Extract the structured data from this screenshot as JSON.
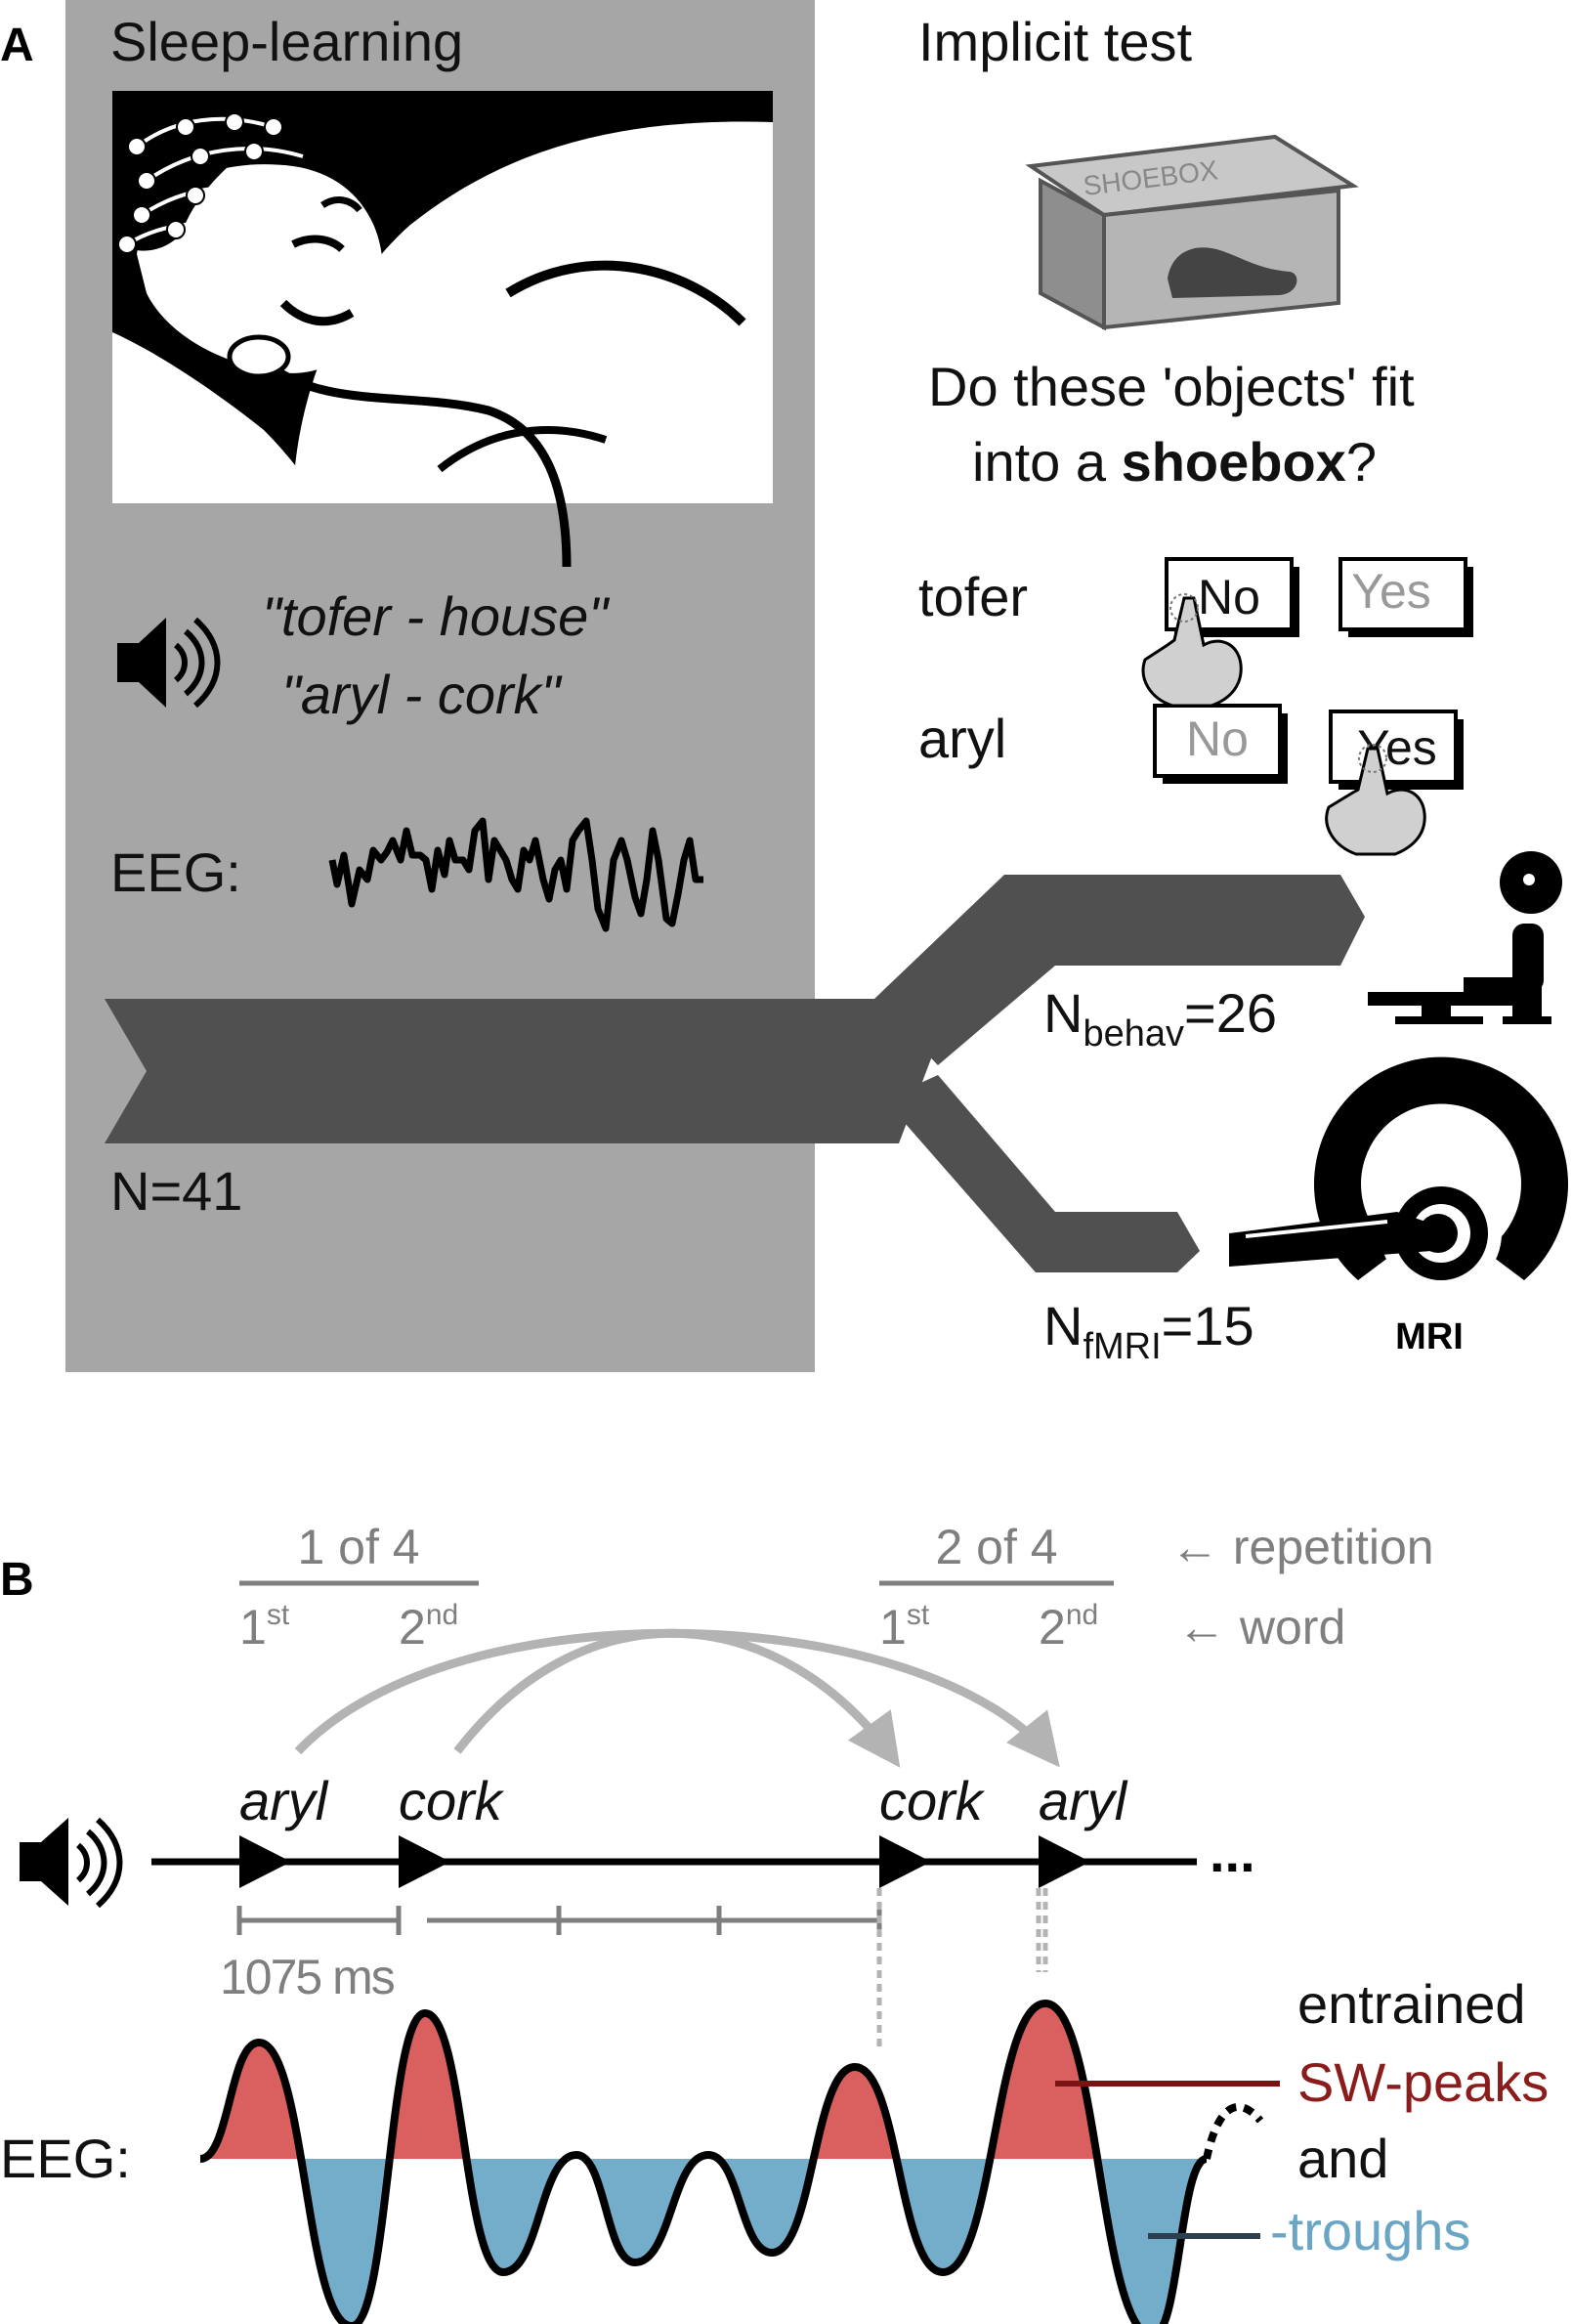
{
  "panel_a": {
    "letter": "A",
    "sleep_title": "Sleep-learning",
    "pairs": [
      "\"tofer - house\"",
      "\"aryl - cork\""
    ],
    "eeg_label": "EEG:",
    "n_total": "N=41",
    "test_title": "Implicit test",
    "box_label": "SHOEBOX",
    "question_line1": "Do these 'objects' fit",
    "question_line2_pre": "into a ",
    "question_line2_bold": "shoebox",
    "question_line2_post": "?",
    "trials": [
      {
        "word": "tofer",
        "chosen": "No",
        "other": "Yes"
      },
      {
        "word": "aryl",
        "chosen": "Yes",
        "other": "No"
      }
    ],
    "behav_prefix": "N",
    "behav_sub": "behav",
    "behav_value": "=26",
    "fmri_prefix": "N",
    "fmri_sub": "fMRI",
    "fmri_value": "=15",
    "mri_label": "MRI",
    "colors": {
      "gray_panel": "#a6a6a6",
      "arrow": "#505050"
    }
  },
  "panel_b": {
    "letter": "B",
    "rep1": "1 of 4",
    "rep2": "2 of 4",
    "repetition_label": "← repetition",
    "word_label": "← word",
    "ord1_num": "1",
    "ord1_sup": "st",
    "ord2_num": "2",
    "ord2_sup": "nd",
    "words": [
      "aryl",
      "cork",
      "cork",
      "aryl"
    ],
    "ellipsis": "...",
    "interval": "1075 ms",
    "eeg_label": "EEG:",
    "legend_entrained": "entrained",
    "legend_peaks": "SW-peaks",
    "legend_and": "and",
    "legend_troughs": "-troughs",
    "colors": {
      "peak": "#d9605e",
      "trough": "#74adc9",
      "peak_text": "#8b1c1c",
      "trough_text": "#6aa5c4",
      "gray": "#7f7f7f",
      "arc": "#b3b3b3"
    }
  }
}
